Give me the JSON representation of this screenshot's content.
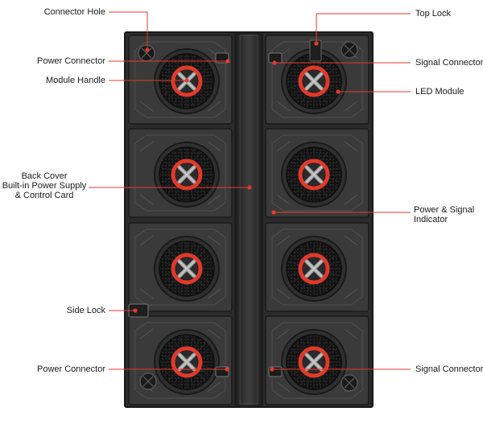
{
  "labels": {
    "connector_hole": "Connector Hole",
    "power_connector_top": "Power Connector",
    "module_handle": "Module Handle",
    "back_cover_line1": "Back Cover",
    "back_cover_line2": "Built-in Power Supply",
    "back_cover_line3": "& Control Card",
    "side_lock": "Side Lock",
    "power_connector_bottom": "Power Connector",
    "top_lock": "Top Lock",
    "signal_connector_top": "Signal Connector",
    "led_module": "LED Module",
    "power_signal_line1": "Power & Signal",
    "power_signal_line2": "Indicator",
    "signal_connector_bottom": "Signal Connector"
  },
  "colors": {
    "callout_line": "#e23b2e",
    "cabinet_frame": "#2b2b2b",
    "module_face": "#3a3a3a",
    "handle_red": "#e0392b",
    "fan_dark": "#1c1c1c",
    "text": "#1a1a1a"
  }
}
